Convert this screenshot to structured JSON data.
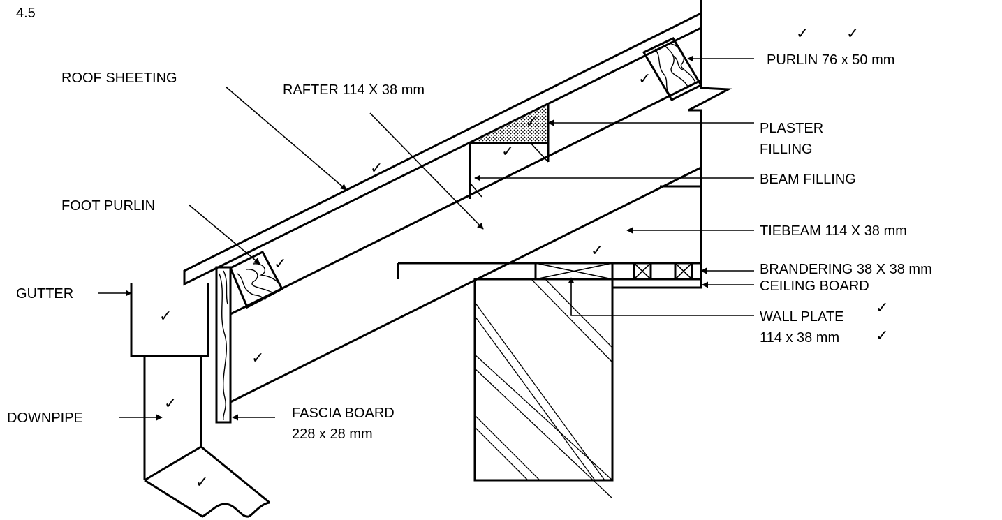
{
  "question_number": "4.5",
  "tick_glyph": "✓",
  "labels": {
    "roof_sheeting": "ROOF SHEETING",
    "rafter": "RAFTER 114 X 38 mm",
    "purlin": "PURLIN 76 x 50 mm",
    "plaster_filling_line1": "PLASTER",
    "plaster_filling_line2": "FILLING",
    "beam_filling": "BEAM FILLING",
    "foot_purlin": "FOOT PURLIN",
    "tiebeam": "TIEBEAM 114 X 38 mm",
    "brandering": "BRANDERING 38 X 38 mm",
    "ceiling_board": "CEILING BOARD",
    "gutter": "GUTTER",
    "wall_plate_line1": "WALL PLATE",
    "wall_plate_line2": "114 x 38 mm",
    "downpipe": "DOWNPIPE",
    "fascia_board_line1": "FASCIA BOARD",
    "fascia_board_line2": "228 x 28 mm"
  },
  "colors": {
    "ink": "#000000",
    "paper": "#ffffff",
    "plaster_fill": "#cfcfcf"
  }
}
